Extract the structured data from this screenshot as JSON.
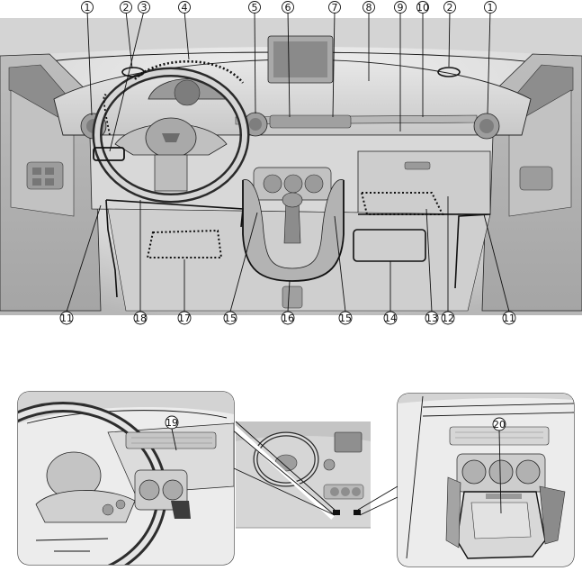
{
  "main_view": {
    "callouts_top": [
      "1",
      "2",
      "3",
      "4",
      "5",
      "6",
      "7",
      "8",
      "9",
      "10",
      "2",
      "1"
    ],
    "callouts_bottom": [
      "11",
      "18",
      "17",
      "15",
      "16",
      "15",
      "14",
      "13",
      "12",
      "11"
    ]
  },
  "inset_left": {
    "callouts": [
      "19"
    ]
  },
  "inset_right": {
    "callouts": [
      "20"
    ]
  },
  "colors": {
    "line": "#111111",
    "fill_light": "#e6e6e6",
    "fill_mid": "#cfcfcf",
    "fill_dark": "#9a9a9a"
  },
  "icons": [
    "dashboard-illustration",
    "steering-wheel",
    "shift-lever",
    "center-console"
  ]
}
